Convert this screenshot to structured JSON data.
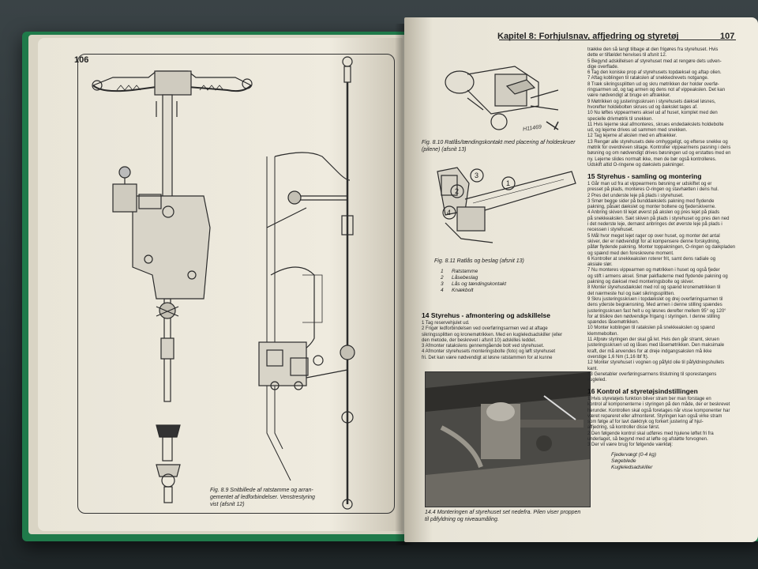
{
  "left_page": {
    "page_number": "106",
    "figure_caption": [
      "Fig. 8.9 Snitbillede af ratstamme og arran-",
      "gementet af ledforbindelser. Venstrestyring",
      "vist (afsnit 12)"
    ]
  },
  "right_page": {
    "header": "Kapitel 8: Forhjulsnav, affjedring og styretøj",
    "page_number": "107",
    "fig_8_10_caption": [
      "Fig. 8.10 Ratlås/tændingskontakt med placering af holdeskruer",
      "(pilene) (afsnit 13)"
    ],
    "fig_8_11_caption": "Fig. 8.11 Ratlås og beslag (afsnit 13)",
    "legend": [
      {
        "num": "1",
        "label": "Ratstamme"
      },
      {
        "num": "2",
        "label": "Låsebeslag"
      },
      {
        "num": "3",
        "label": "Lås og tændingskontakt"
      },
      {
        "num": "4",
        "label": "Knækbolt"
      }
    ],
    "section_14_heading": "14 Styrehus - afmontering og adskillelse",
    "section_14_body": [
      "1 Tag reservehjulet ud.",
      "2 Frigør ledforbindelsen ved overføringsarmen ved at aftage",
      "sikringssplitten og kronemøtrikken. Med en kugleledsadskiller (eller",
      "den metode, der beskrevet i afsnit 10) adskilles leddet.",
      "3 Afmonter ratakslens gennemgående bolt ved styrehuset.",
      "4 Afmonter styrehusets monteringsbolte (foto) og løft styrehuset",
      "fri. Det kan være nødvendigt at løsne ratstammen for at kunne"
    ],
    "photo_caption": [
      "14.4 Monteringen af styrehuset set nedefra. Pilen viser proppen",
      "til påfyldning og niveaumåling."
    ],
    "column_top": [
      "trække den så langt tilbage at den frigøres fra styrehuset. Hvis",
      "dette er tilfældet henvises til afsnit 12.",
      "5 Begynd adskillelsen af styrehuset med at rengøre dets udven-",
      "dige overflade.",
      "6 Tag den koniske prop af styrehusets topdæksel og aftap olien.",
      "7 Aftag koblingen til ratakslen af snekkedrevets notgange.",
      "8 Træk sikringssplitten ud og skru møtrikken der holder overfø-",
      "ringsarmen ud, og tag armen og dens not af vippeakslen. Det kan",
      "være nødvendigt at bruge en aftrækker.",
      "9 Møtrikken og justeringsskruen i styrehusets dæksel løsnes,",
      "hvorefter holdebolten skrues ud og dækslet tages af.",
      "10 Nu løftes vippearmens aksel ud af huset, komplet med den",
      "specielle drivmøtrik til snekken.",
      "11 Hvis lejerne skal afmonteres, skrues endedækslets holdebolte",
      "ud, og lejerne drives ud sammen med snekken.",
      "12 Tag lejerne af akslen med en aftrækker.",
      "13 Rengør alle styrehusets dele omhyggeligt, og efterse snekke og",
      "møtrik for overdreven slitage. Kontroller vippearmens pasning i dens",
      "bøsning og om nødvendigt drives bøsningen ud og erstattes med en",
      "ny. Lejerne slides normalt ikke, men de bør også kontrolleres.",
      "Udskift altid O-ringene og dækslets pakninger."
    ],
    "section_15_heading": "15 Styrehus - samling og montering",
    "section_15_body": [
      "1 Går man ud fra at vippearmens bøsning er udskiftet og er",
      "presset på plads, monteres O-ringen og stavhætten i dens hul.",
      "2 Pres det underste leje på plads i styrehuset.",
      "3 Smør begge sider på bunddækslets pakning med flydende",
      "pakning, påsæt dækslet og monter boltene og fjederskiverne.",
      "4 Anbring skiven til lejet øverst på akslen og pres lejet på plads",
      "på snekkeakslen. Sæt skiven på plads i styrehuset og pres den ned",
      "i det nederste leje, dernæst anbringes det øverste leje på plads i",
      "recessen i styrehuset.",
      "5 Mål hvor meget lejet rager op over huset, og monter det antal",
      "skiver, der er nødvendigt for at kompensere denne forskydning,",
      "påfør flydende pakning. Monter toppakningen, O-ringen og dækpladen",
      "og spænd med den foreskrevne moment.",
      "6 Kontroller at snekkeakslen roterer frit, samt dens radiale og",
      "aksiale slør.",
      "7 Nu monteres vippearmen og møtrikken i huset og også fjeder",
      "og stift i armens aksel. Smør pakfladerne med flydende pakning og",
      "pakning og dæksel med monteringsbolte og skiver.",
      "8 Monter styrehusdækslet med rot og spænd kronemøtrikken til",
      "det nærmeste hul og isæt sikringssplitten.",
      "9 Skru justeringsskruen i topdækslet og drej overføringsarmen til",
      "dens yderste begrænsning. Med armen i denne stilling spændes",
      "justeringsskruen fast helt u og løsnes derefter mellem 95° og 120°",
      "for at tilsikre den nødvendige frigang i styringen. I denne stilling",
      "spændes låsemøtrikken.",
      "10 Monter koblingen til ratakslen på snekkeakslen og spænd",
      "klemmebolten.",
      "11 Afprøv styringen der skal gå let. Hvis den går stramt, skruen",
      "justeringsskruen ud og låses med låsemøtrikken. Den maksimale",
      "kraft, der må anvendes for at dreje indgangsakslen må ikke",
      "overstige 1,6 Nm (1,16 lbf ft).",
      "12 Monter styrehuset i vognen og påfyld olie til påfyldningshullets",
      "kant.",
      "13 Genetabler overføringsarmens tilslutning til sporestangens",
      "kugleled."
    ],
    "section_16_heading": "16 Kontrol af styretøjsindstillingen",
    "section_16_body": [
      "1 Hvis styretøjets funktion bliver stram ber man forstage en",
      "kontrol af komponenterne i styringen på den måde, der er beskrevet",
      "herunder. Kontrollen skal også foretages når visse komponenter har",
      "været repareret eller afmonteret. Styringen kan også virke stram",
      "som følge af for lavt dæktryk og forkert justering af hjul-",
      "affjedring, så kontroller disse først.",
      "2 Den følgende kontrol skal udføres med hjulene løftet fri fra",
      "underlaget, så begynd med at løfte og afstøtte forvognen.",
      "3 Der vil være brug for følgende værktøj:"
    ],
    "tools": [
      "Fjedervægt (0-4 kg)",
      "Søgeblede",
      "Kugleledsadskiller"
    ],
    "handwriting": "H11469"
  },
  "colors": {
    "cover": "#1f7a4a",
    "paper": "#ece8dc",
    "ink": "#222222"
  }
}
